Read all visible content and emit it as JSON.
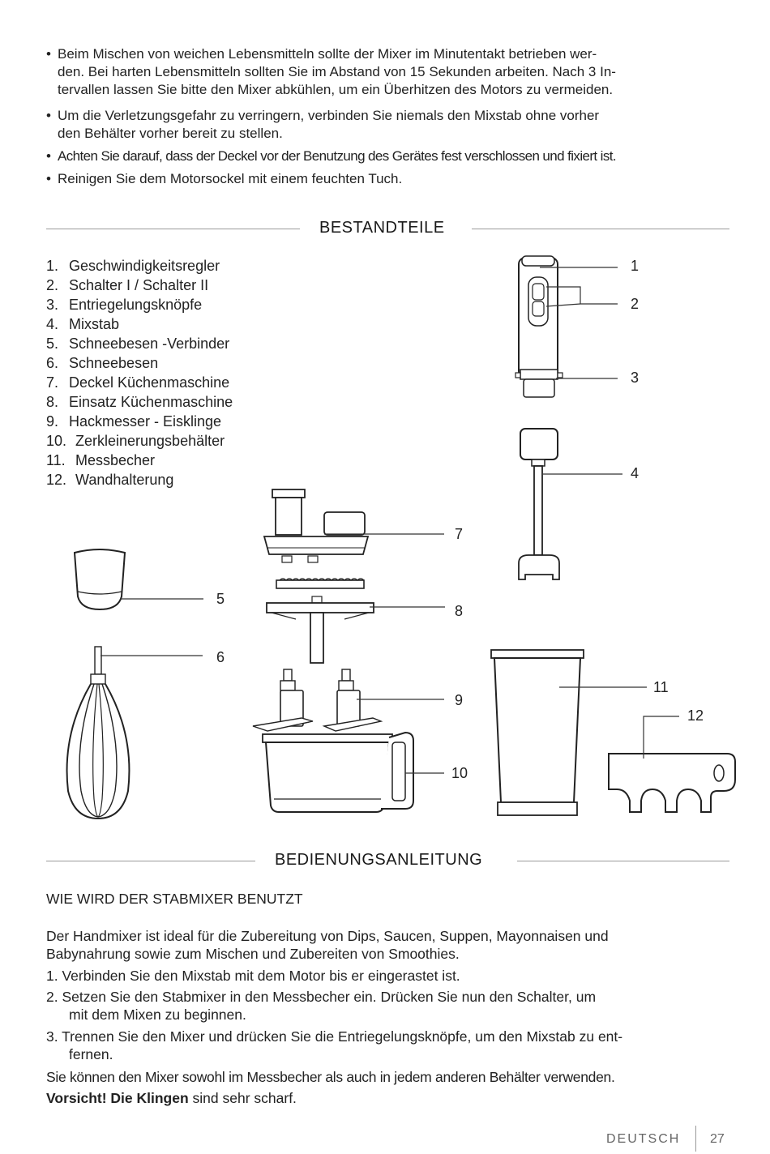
{
  "bullets": [
    {
      "line1": "Beim Mischen von weichen Lebensmitteln sollte der Mixer im Minutentakt betrieben wer-",
      "line2": "den. Bei harten Lebensmitteln sollten Sie im Abstand von 15 Sekunden arbeiten. Nach 3 In-",
      "line3": "tervallen lassen Sie bitte den Mixer abkühlen, um ein Überhitzen des Motors zu vermeiden."
    },
    {
      "line1": "Um die Verletzungsgefahr zu verringern, verbinden Sie niemals den Mixstab ohne vorher",
      "line2": "den Behälter vorher bereit zu stellen."
    },
    {
      "line1": "Achten Sie darauf, dass der Deckel vor der Benutzung des Gerätes fest verschlossen und fixiert ist."
    },
    {
      "line1": "Reinigen Sie dem Motorsockel mit einem feuchten Tuch."
    }
  ],
  "bullet_symbol": "•",
  "section1_title": "BESTANDTEILE",
  "parts": [
    {
      "num": "1.",
      "label": "Geschwindigkeitsregler"
    },
    {
      "num": "2.",
      "label": "Schalter I / Schalter II"
    },
    {
      "num": "3.",
      "label": "Entriegelungsknöpfe"
    },
    {
      "num": "4.",
      "label": "Mixstab"
    },
    {
      "num": "5.",
      "label": "Schneebesen -Verbinder"
    },
    {
      "num": "6.",
      "label": "Schneebesen"
    },
    {
      "num": "7.",
      "label": "Deckel Küchenmaschine"
    },
    {
      "num": "8.",
      "label": "Einsatz Küchenmaschine"
    },
    {
      "num": "9.",
      "label": "Hackmesser - Eisklinge"
    },
    {
      "num": "10.",
      "label": "Zerkleinerungsbehälter"
    },
    {
      "num": "11.",
      "label": "Messbecher"
    },
    {
      "num": "12.",
      "label": "Wandhalterung"
    }
  ],
  "callouts": [
    "1",
    "2",
    "3",
    "4",
    "5",
    "6",
    "7",
    "8",
    "9",
    "10",
    "11",
    "12"
  ],
  "section2_title": "BEDIENUNGSANLEITUNG",
  "subheading": "WIE WIRD DER STABMIXER BENUTZT",
  "intro_line1": "Der Handmixer ist ideal für die Zubereitung von Dips, Saucen, Suppen, Mayonnaisen und",
  "intro_line2": "Babynahrung sowie zum Mischen und Zubereiten von Smoothies.",
  "step1": "1. Verbinden Sie den Mixstab mit dem Motor bis er eingerastet ist.",
  "step2_line1": "2. Setzen Sie den Stabmixer in den Messbecher ein. Drücken Sie nun den Schalter, um",
  "step2_line2": "mit dem Mixen zu beginnen.",
  "step3_line1": "3. Trennen Sie den Mixer und drücken Sie die Entriegelungsknöpfe, um den Mixstab zu ent-",
  "step3_line2": "fernen.",
  "note": "Sie können den Mixer sowohl im Messbecher als auch in jedem anderen Behälter verwenden.",
  "warning_bold": "Vorsicht! Die Klingen",
  "warning_rest": " sind sehr scharf.",
  "footer": {
    "language": "DEUTSCH",
    "page": "27"
  }
}
